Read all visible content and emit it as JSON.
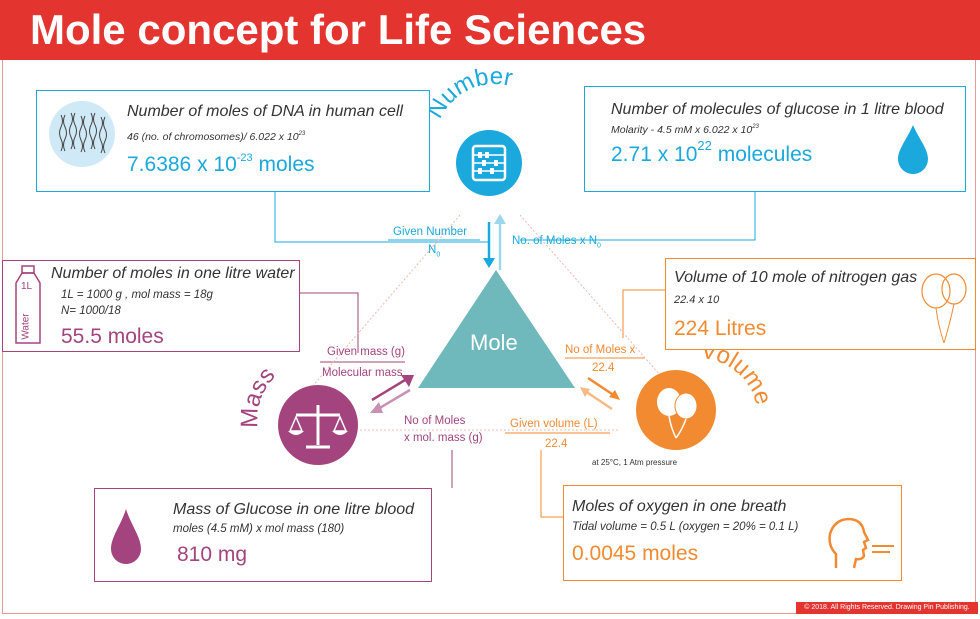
{
  "title": "Mole concept for Life Sciences",
  "center": {
    "label": "Mole"
  },
  "nodes": {
    "number": "Number",
    "mass": "Mass",
    "volume": "Volume"
  },
  "conversions": {
    "number_to_mole_top": "Given Number",
    "number_to_mole_bottom": "N",
    "number_to_mole_bottom_sub": "0",
    "mole_to_number": "No. of Moles x N",
    "mole_to_number_sub": "0",
    "mass_to_mole_top": "Given mass (g)",
    "mass_to_mole_bottom": "Molecular mass",
    "mole_to_mass_1": "No of Moles",
    "mole_to_mass_2": "x mol. mass (g)",
    "mole_to_volume_1": "No of Moles x",
    "mole_to_volume_2": "22.4",
    "volume_to_mole_top": "Given volume (L)",
    "volume_to_mole_bottom": "22.4",
    "volume_conditions": "at 25°C, 1 Atm pressure"
  },
  "cards": {
    "dna": {
      "title": "Number of moles of DNA in human cell",
      "formula": "46 (no. of chromosomes)/ 6.022 x 10",
      "formula_sup": "23",
      "result": "7.6386 x 10",
      "result_sup": "-23",
      "result_unit": " moles"
    },
    "glucose_molecules": {
      "title": "Number of molecules of glucose in 1 litre blood",
      "formula": "Molarity - 4.5 mM x 6.022 x 10",
      "formula_sup": "23",
      "result": "2.71 x 10",
      "result_sup": "22",
      "result_unit": " molecules"
    },
    "water": {
      "title": "Number of moles in one litre water",
      "line1": "1L = 1000 g , mol mass = 18g",
      "line2": "N= 1000/18",
      "result": "55.5 moles",
      "bottle_label_1": "1L",
      "bottle_label_2": "Water"
    },
    "nitrogen": {
      "title": "Volume of 10 mole of nitrogen gas",
      "formula": "22.4 x 10",
      "result": "224 Litres"
    },
    "glucose_mass": {
      "title": "Mass of Glucose in one litre blood",
      "formula": "moles (4.5 mM) x  mol mass (180)",
      "result": "810 mg"
    },
    "oxygen": {
      "title": "Moles of oxygen in one breath",
      "formula": "Tidal volume = 0.5 L (oxygen = 20% = 0.1 L)",
      "result": "0.0045 moles"
    }
  },
  "copyright": "© 2018. All Rights Reserved. Drawing Pin Publishing.",
  "colors": {
    "banner": "#e3342f",
    "number": "#1ba8dc",
    "mass": "#a3447e",
    "volume": "#f28a32",
    "mole": "#6fb8bb"
  },
  "icons": [
    "dna-icon",
    "drop-icon",
    "bottle-icon",
    "balloons-outline-icon",
    "abacus-icon",
    "scale-icon",
    "balloons-icon",
    "breath-icon"
  ]
}
